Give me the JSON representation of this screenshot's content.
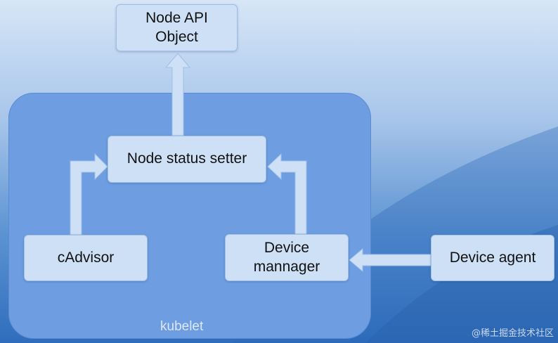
{
  "diagram": {
    "nodes": {
      "node_api": [
        "Node API",
        "Object"
      ],
      "status_setter": "Node status setter",
      "cadvisor": "cAdvisor",
      "device_manager": [
        "Device",
        "mannager"
      ],
      "device_agent": "Device agent"
    },
    "container_label": "kubelet",
    "edges": [
      {
        "from": "Node status setter",
        "to": "Node API Object"
      },
      {
        "from": "cAdvisor",
        "to": "Node status setter"
      },
      {
        "from": "Device mannager",
        "to": "Node status setter"
      },
      {
        "from": "Device agent",
        "to": "Device mannager"
      }
    ]
  },
  "watermark": "@稀土掘金技术社区",
  "colors": {
    "node_fill": "#cde0f5",
    "container_fill": "#6e9ee1",
    "arrow_fill": "#cde0f5",
    "background_top": "#d7e6f7",
    "background_bottom": "#2f6dbc"
  }
}
